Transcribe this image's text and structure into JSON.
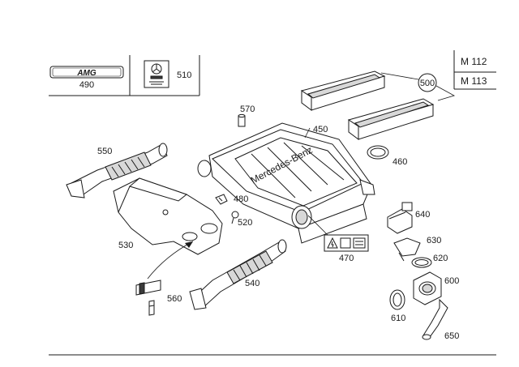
{
  "engines": [
    "M 112",
    "M 113"
  ],
  "logo_text": "AMG",
  "callouts": {
    "p490": "490",
    "p510": "510",
    "p500": "500",
    "p570": "570",
    "p450": "450",
    "p460": "460",
    "p550": "550",
    "p480": "480",
    "p520": "520",
    "p530": "530",
    "p640": "640",
    "p630": "630",
    "p620": "620",
    "p600": "600",
    "p470": "470",
    "p540": "540",
    "p560": "560",
    "p610": "610",
    "p650": "650"
  },
  "housing_lettering": "Mercedes-Benz"
}
